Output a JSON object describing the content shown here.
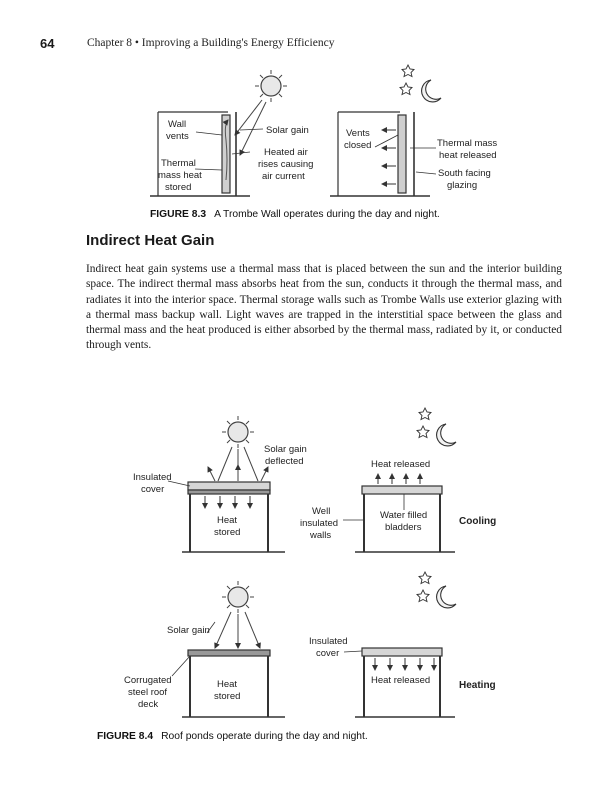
{
  "header": {
    "page_number": "64",
    "running_title": "Chapter 8 • Improving a Building's Energy Efficiency"
  },
  "figure_8_3": {
    "labels": {
      "wall_vents_1": "Wall",
      "wall_vents_2": "vents",
      "solar_gain": "Solar gain",
      "heated_air_1": "Heated air",
      "heated_air_2": "rises causing",
      "heated_air_3": "air current",
      "thermal_mass_1": "Thermal",
      "thermal_mass_2": "mass heat",
      "thermal_mass_3": "stored",
      "vents_closed_1": "Vents",
      "vents_closed_2": "closed",
      "mass_released_1": "Thermal mass",
      "mass_released_2": "heat released",
      "south_glazing_1": "South facing",
      "south_glazing_2": "glazing"
    },
    "caption_label": "FIGURE 8.3",
    "caption_text": "A Trombe Wall operates during the day and night."
  },
  "section": {
    "heading": "Indirect Heat Gain",
    "paragraph": "Indirect heat gain systems use a thermal mass that is placed between the sun and the interior building space. The indirect thermal mass absorbs heat from the sun, conducts it through the thermal mass, and radiates it into the interior space. Thermal storage walls such as Trombe Walls use exterior glazing with a thermal mass backup wall. Light waves are trapped in the interstitial space between the glass and thermal mass and the heat produced is either absorbed by the thermal mass, radiated by it, or conducted through vents."
  },
  "figure_8_4": {
    "labels": {
      "solar_deflected_1": "Solar gain",
      "solar_deflected_2": "deflected",
      "insulated_cover_1": "Insulated",
      "insulated_cover_2": "cover",
      "heat_stored_a_1": "Heat",
      "heat_stored_a_2": "stored",
      "well_insulated_1": "Well",
      "well_insulated_2": "insulated",
      "well_insulated_3": "walls",
      "heat_released_top": "Heat released",
      "water_bladders_1": "Water filled",
      "water_bladders_2": "bladders",
      "cooling": "Cooling",
      "solar_gain_b": "Solar gain",
      "insulated_cover_b_1": "Insulated",
      "insulated_cover_b_2": "cover",
      "corrugated_1": "Corrugated",
      "corrugated_2": "steel roof",
      "corrugated_3": "deck",
      "heat_stored_b_1": "Heat",
      "heat_stored_b_2": "stored",
      "heat_released_bottom": "Heat released",
      "heating": "Heating"
    },
    "caption_label": "FIGURE 8.4",
    "caption_text": "Roof ponds operate during the day and night."
  }
}
